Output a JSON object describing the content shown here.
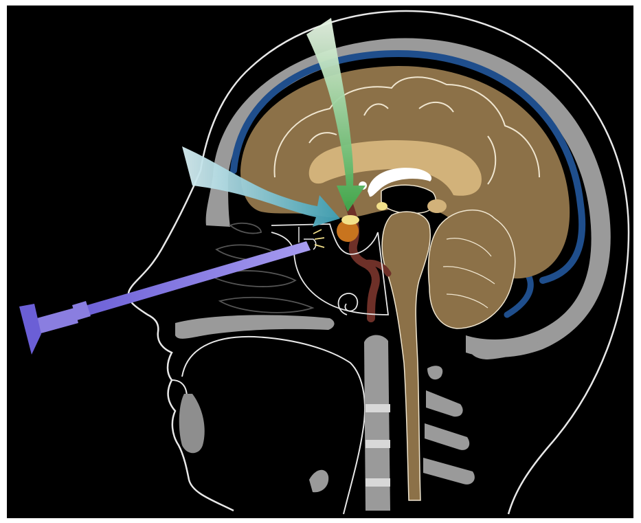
{
  "figure": {
    "colors": {
      "background": "#000000",
      "frame": "#ffffff",
      "outline": "#e8e8e8",
      "skull_bone": "#9a9a9a",
      "brain_tissue": "#8c7148",
      "corpus_callosum": "#d2b27a",
      "ventricle": "#ffffff",
      "dural_sinus": "#1f4e8c",
      "pituitary": "#c8741e",
      "pituitary_highlight": "#f2e08a",
      "carotid_artery": "#6e3028",
      "arrow_transcranial": "#8fd08a",
      "arrow_subfrontal": "#8fd0e0",
      "arrow_endonasal": "#9e92e6"
    },
    "arrows": [
      {
        "name": "transcranial-superior-approach",
        "color_key": "arrow_transcranial"
      },
      {
        "name": "subfrontal-approach",
        "color_key": "arrow_subfrontal"
      },
      {
        "name": "transsphenoidal-endonasal-approach",
        "color_key": "arrow_endonasal"
      }
    ]
  }
}
